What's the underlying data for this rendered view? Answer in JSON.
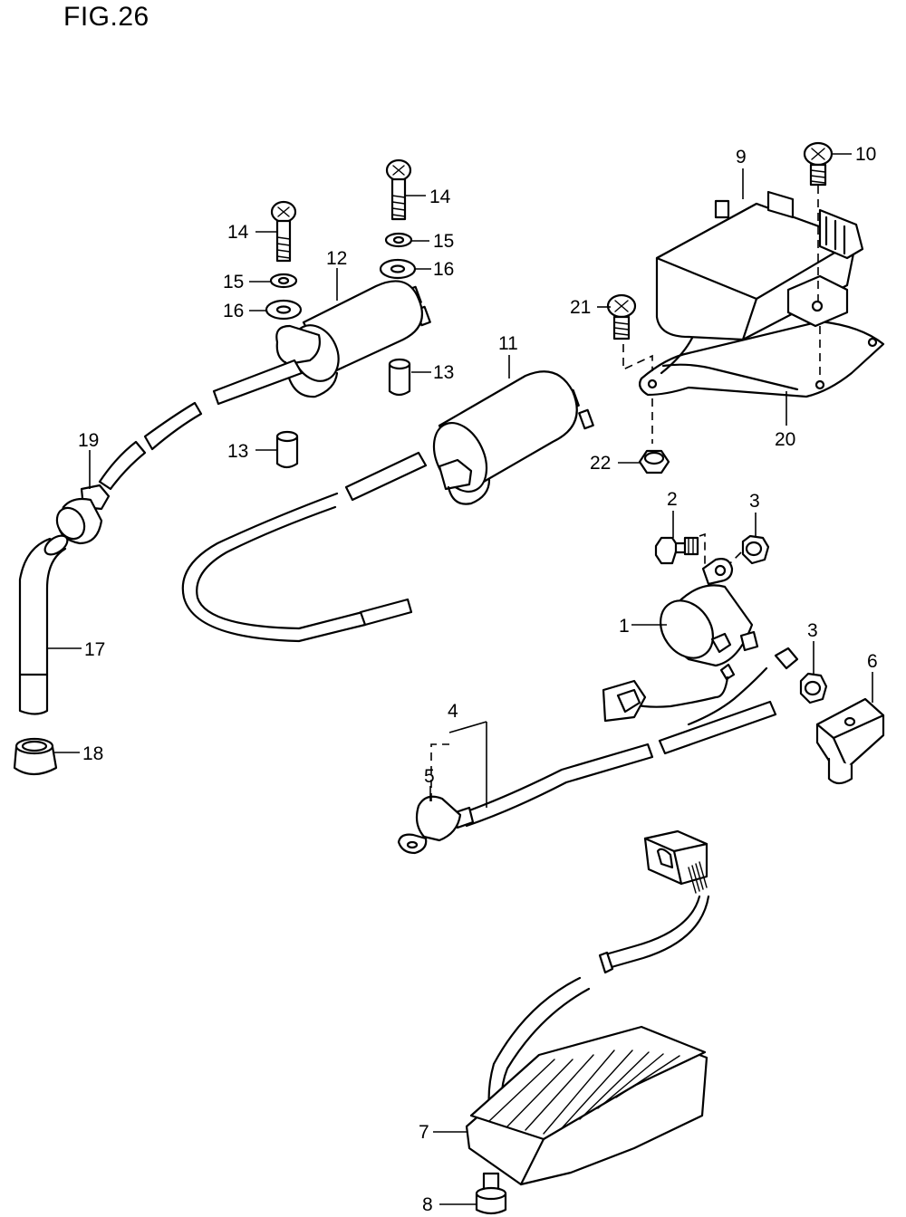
{
  "figure": {
    "title": "FIG.26"
  },
  "callouts": {
    "c1": "1",
    "c2": "2",
    "c3a": "3",
    "c3b": "3",
    "c4": "4",
    "c5": "5",
    "c6": "6",
    "c7": "7",
    "c8": "8",
    "c9": "9",
    "c10": "10",
    "c11": "11",
    "c12": "12",
    "c13a": "13",
    "c13b": "13",
    "c14a": "14",
    "c14b": "14",
    "c15a": "15",
    "c15b": "15",
    "c16a": "16",
    "c16b": "16",
    "c17": "17",
    "c18": "18",
    "c19": "19",
    "c20": "20",
    "c21": "21",
    "c22": "22"
  }
}
